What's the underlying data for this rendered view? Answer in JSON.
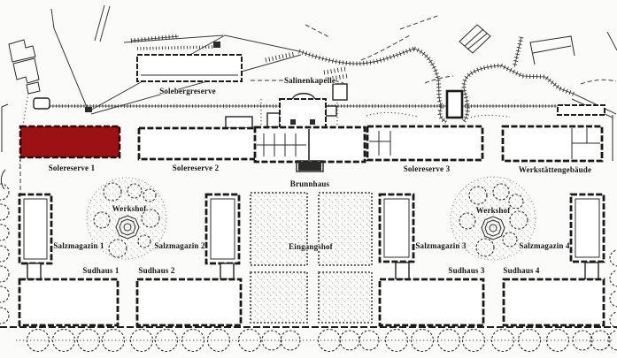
{
  "figure": {
    "kind": "historic-saltworks-site-plan",
    "highlighted_building": "Solereserve 1"
  },
  "colors": {
    "highlight": "#9b1114",
    "ink": "#1c1c1c",
    "paper": "#fbfbfa"
  },
  "labels": {
    "solebergreserve": "Solebergreserve",
    "salinenkapelle": "Salinenkapelle",
    "solereserve_1": "Solereserve 1",
    "solereserve_2": "Solereserve 2",
    "solereserve_3": "Solereserve 3",
    "werkstaettengebaeude": "Werkstättengebäude",
    "brunnhaus": "Brunnhaus",
    "eingangshof": "Eingangshof",
    "werkshof_west": "Werkshof",
    "werkshof_ost": "Werkshof",
    "salzmagazin_1": "Salzmagazin 1",
    "salzmagazin_2": "Salzmagazin 2",
    "salzmagazin_3": "Salzmagazin 3",
    "salzmagazin_4": "Salzmagazin 4",
    "sudhaus_1": "Sudhaus 1",
    "sudhaus_2": "Sudhaus 2",
    "sudhaus_3": "Sudhaus 3",
    "sudhaus_4": "Sudhaus 4"
  }
}
